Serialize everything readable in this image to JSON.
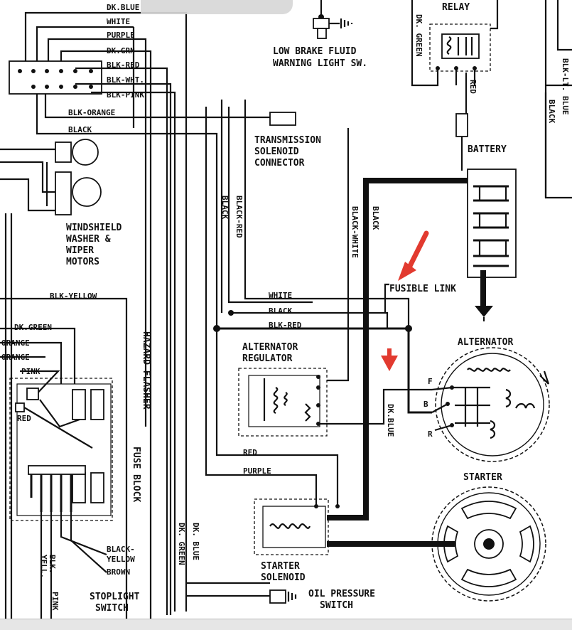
{
  "components": {
    "relay": "RELAY",
    "low_brake": [
      "LOW BRAKE FLUID",
      "WARNING LIGHT SW."
    ],
    "transmission": [
      "TRANSMISSION",
      "SOLENOID",
      "CONNECTOR"
    ],
    "battery": "BATTERY",
    "windshield": [
      "WINDSHIELD",
      "WASHER &",
      "WIPER",
      "MOTORS"
    ],
    "fusible_link": "FUSIBLE LINK",
    "alternator": "ALTERNATOR",
    "regulator": [
      "ALTERNATOR",
      "REGULATOR"
    ],
    "hazard": "HAZARD FLASHER",
    "fuse_block": "FUSE BLOCK",
    "starter": "STARTER",
    "starter_solenoid": [
      "STARTER",
      "SOLENOID"
    ],
    "oil_pressure": [
      "OIL PRESSURE",
      "SWITCH"
    ],
    "stoplight": [
      "STOPLIGHT",
      "SWITCH"
    ]
  },
  "wires": {
    "dk_blue_top": "DK.BLUE",
    "white_top": "WHITE",
    "purple_top": "PURPLE",
    "dk_grn_top": "DK.GRN",
    "blk_red_top": "BLK-RED",
    "blk_wht_top": "BLK-WHT.",
    "blk_pink_top": "BLK-PINK",
    "blk_orange": "BLK-ORANGE",
    "black_top": "BLACK",
    "dk_green_relay": "DK. GREEN",
    "red_relay": "RED",
    "blk_lt_blue": "BLK-LT. BLUE",
    "black_right": "BLACK",
    "black_vert": "BLACK",
    "black_red_vert": "BLACK-RED",
    "black_white_vert": "BLACK-WHITE",
    "black_vert2": "BLACK",
    "blk_yellow": "BLK-YELLOW",
    "white_mid": "WHITE",
    "black_mid": "BLACK",
    "blk_red_mid": "BLK-RED",
    "dk_green_left": "DK.GREEN",
    "orange1": "ORANGE",
    "orange2": "ORANGE",
    "pink": "PINK",
    "red_left": "RED",
    "dk_blue_alt": "DK.BLUE",
    "red_low": "RED",
    "purple_low": "PURPLE",
    "dk_blue_low": "DK. BLUE",
    "dk_green_low": "DK. GREEN",
    "black_yellow": [
      "BLACK-",
      "YELLOW"
    ],
    "brown": "BROWN",
    "blk_yell": [
      "BLK.",
      "YELL."
    ],
    "pink_low": "PINK",
    "term_f": "F",
    "term_b": "B",
    "term_r": "R"
  },
  "colors": {
    "arrow": "#e23a2f",
    "ink": "#111111",
    "paper": "#ffffff"
  }
}
